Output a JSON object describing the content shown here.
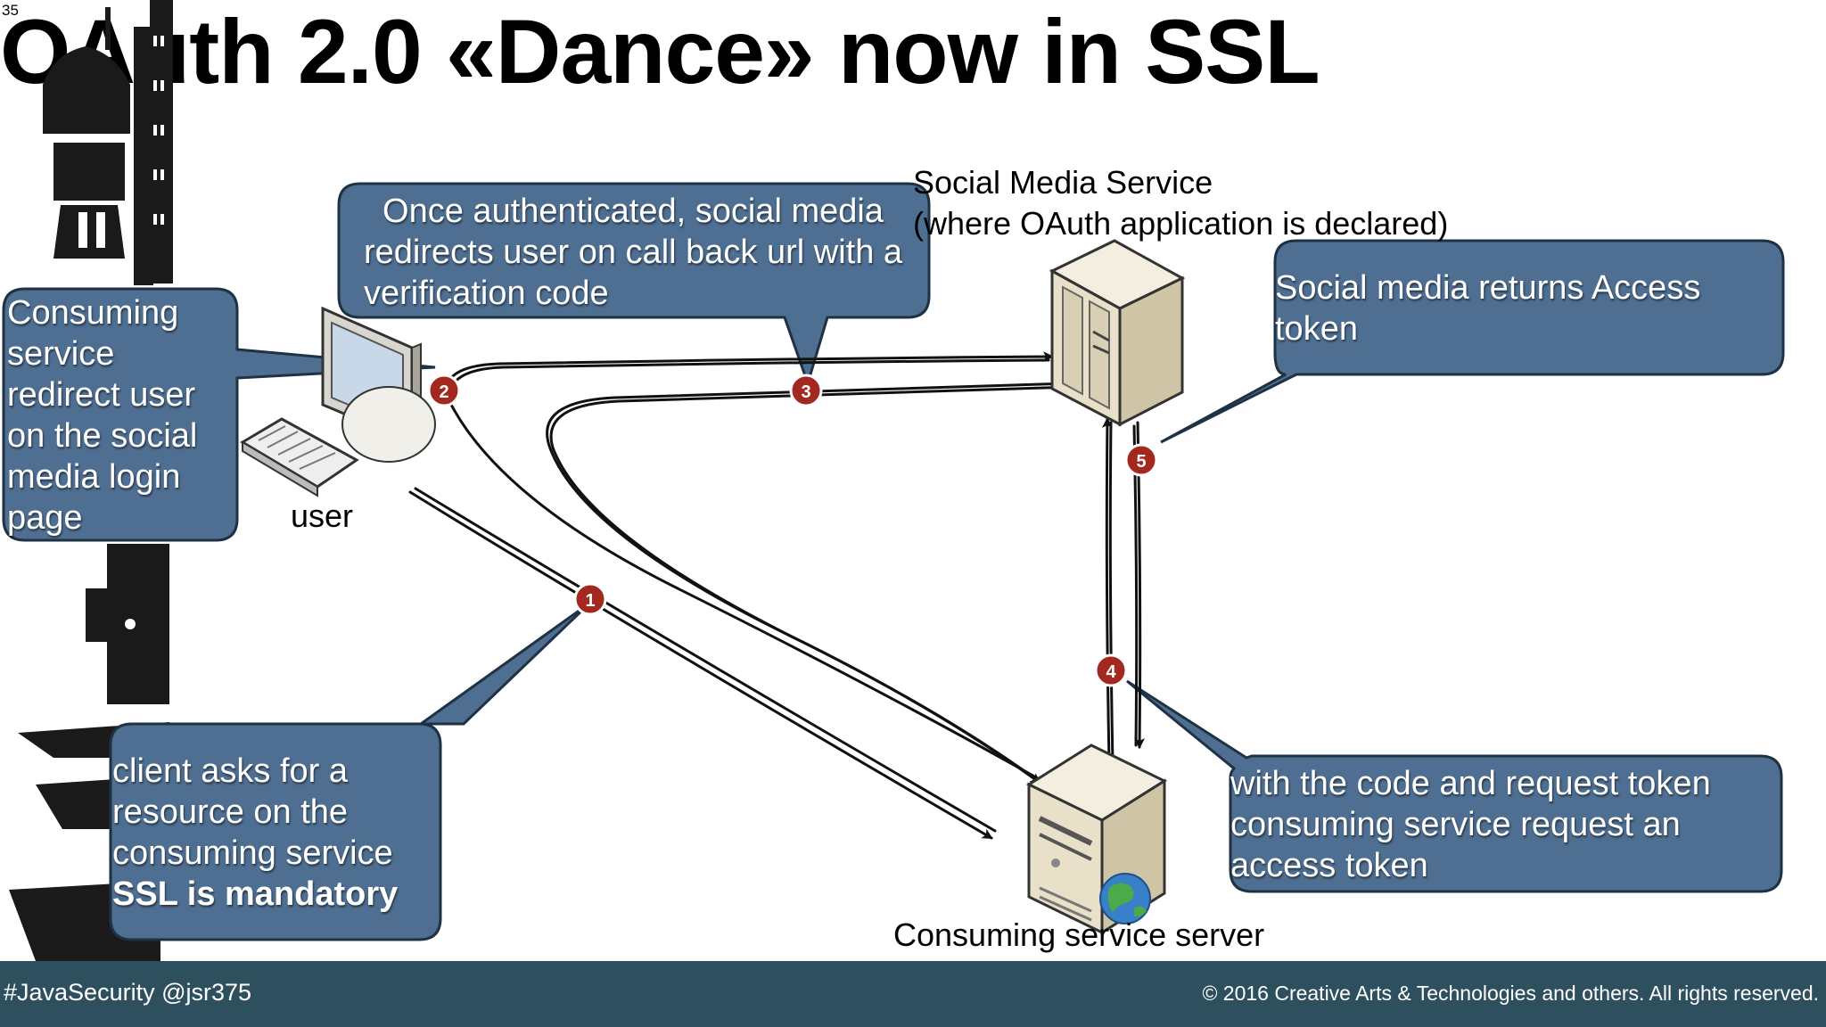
{
  "slide": {
    "page_number": "35",
    "title": "OAuth 2.0 «Dance» now in SSL"
  },
  "diagram": {
    "nodes": {
      "social_media": {
        "label_line1": "Social Media Service",
        "label_line2": "(where OAuth application is declared)"
      },
      "user": {
        "label": "user"
      },
      "consuming_server": {
        "label": "Consuming service server"
      }
    },
    "steps": [
      {
        "number": "1"
      },
      {
        "number": "2"
      },
      {
        "number": "3"
      },
      {
        "number": "4"
      },
      {
        "number": "5"
      }
    ],
    "callouts": {
      "step1": {
        "lines": [
          "client asks for a",
          "resource on the",
          "consuming service"
        ],
        "emphasis": "SSL is mandatory"
      },
      "step2": {
        "lines": [
          "Consuming",
          "service",
          "redirect user",
          "on the social",
          "media login",
          "page"
        ]
      },
      "step3": {
        "lines": [
          "Once authenticated, social media",
          "redirects user on call back url with a",
          "verification code"
        ]
      },
      "step4": {
        "lines": [
          "with the code and request token",
          "consuming service request an",
          "access token"
        ]
      },
      "step5": {
        "lines": [
          "Social media returns Access",
          "token"
        ]
      }
    }
  },
  "footer": {
    "hashtag": "#JavaSecurity @jsr375",
    "copyright": "© 2016 Creative Arts & Technologies and others. All rights reserved."
  },
  "colors": {
    "callout_fill": "#4f6f92",
    "callout_border": "#1f3244",
    "step_marker": "#a3281f",
    "footer_bg": "#2e4f5e"
  }
}
